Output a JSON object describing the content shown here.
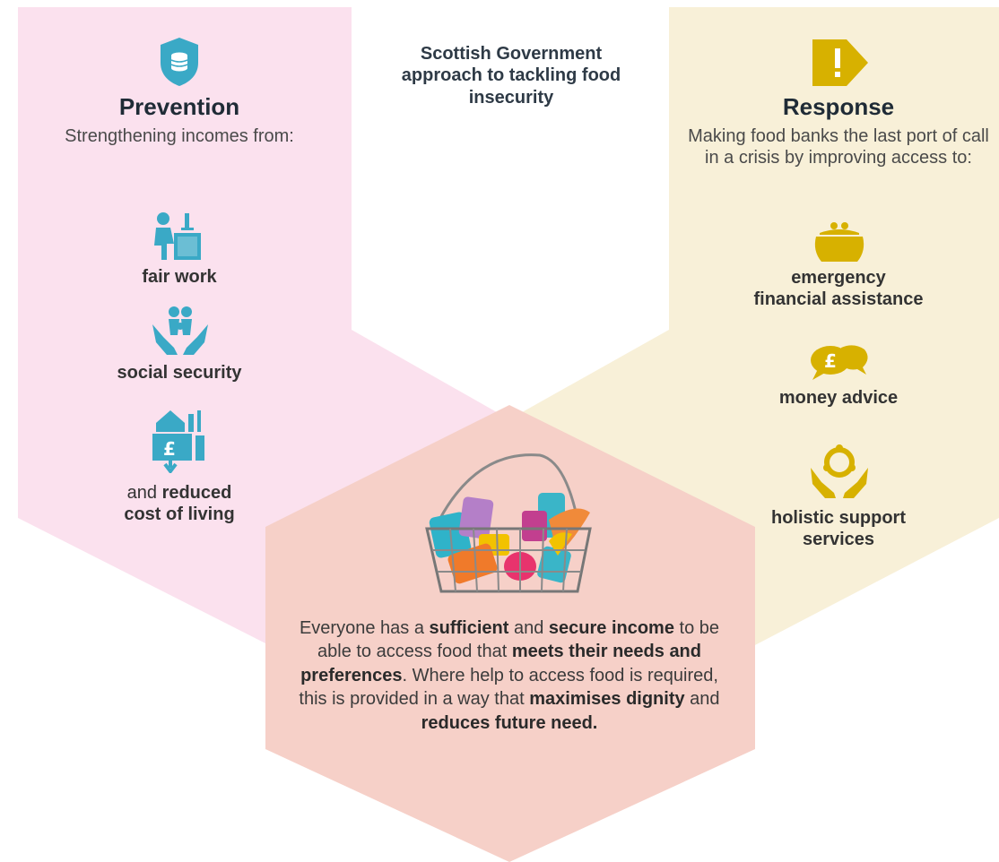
{
  "diagram": {
    "title": "Scottish Government approach to tackling food insecurity",
    "prevention": {
      "heading": "Prevention",
      "subheading": "Strengthening incomes from:",
      "items": [
        {
          "label": "fair work",
          "icon": "desk-worker-icon"
        },
        {
          "label": "social security",
          "icon": "family-in-hands-icon"
        },
        {
          "prefix": "and ",
          "label": "reduced",
          "line2": "cost of living",
          "icon": "house-pound-icon"
        }
      ],
      "color": "#fbe1ee",
      "icon_color": "#3aa9c6",
      "shield_icon": "shield-coins-icon"
    },
    "response": {
      "heading": "Response",
      "subheading": "Making food banks the last port of call in a crisis by improving access to:",
      "items": [
        {
          "line1": "emergency",
          "line2": "financial assistance",
          "icon": "purse-icon"
        },
        {
          "label": "money advice",
          "icon": "speech-pound-icon"
        },
        {
          "line1": "holistic support",
          "line2": "services",
          "icon": "hands-circle-icon"
        }
      ],
      "color": "#f8f0d8",
      "icon_color": "#d7b100",
      "arrow_icon": "alert-arrow-icon"
    },
    "outcome": {
      "segments": [
        {
          "t": "Everyone has a ",
          "b": false
        },
        {
          "t": "sufficient",
          "b": true
        },
        {
          "t": " and ",
          "b": false
        },
        {
          "t": "secure income",
          "b": true
        },
        {
          "t": " to be able to access food that ",
          "b": false
        },
        {
          "t": "meets their needs and preferences",
          "b": true
        },
        {
          "t": ". Where help to access food is required, this is provided in a way that ",
          "b": false
        },
        {
          "t": "maximises dignity",
          "b": true
        },
        {
          "t": " and ",
          "b": false
        },
        {
          "t": "reduces future need.",
          "b": true
        }
      ],
      "color": "#f6d0c8",
      "basket_icon": "shopping-basket-icon"
    }
  }
}
